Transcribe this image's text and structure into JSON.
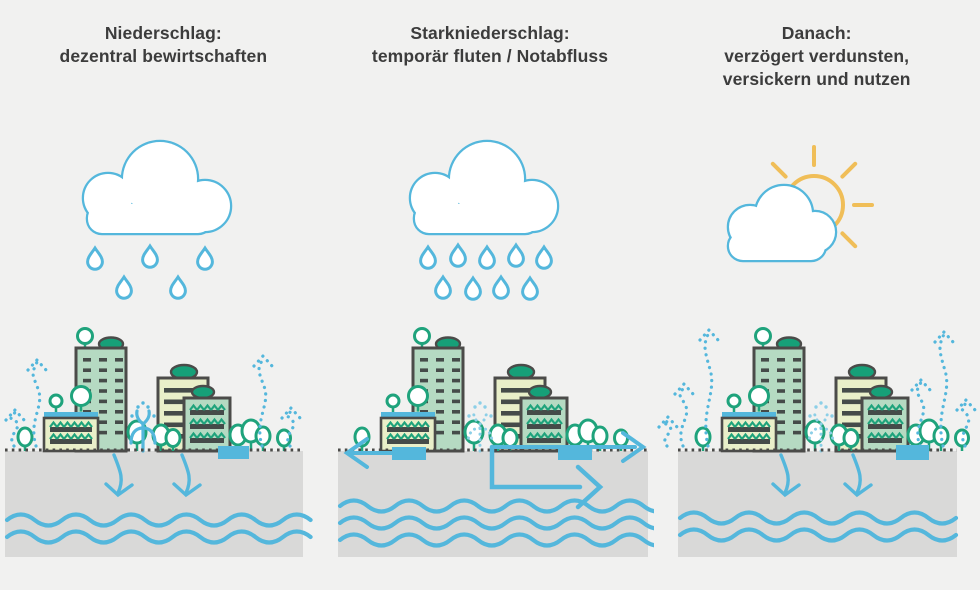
{
  "figure": {
    "type": "diagram",
    "topic": "Wassersensible Stadtentwicklung (Schwammstadt-Prinzip)",
    "language": "de"
  },
  "colors": {
    "background": "#F1F1F0",
    "ground_gray": "#D9D9D8",
    "water_blue": "#54B7DC",
    "spray_blue": "#8CCFE7",
    "tree_green": "#1FA37C",
    "bush_green": "#16A078",
    "building_green": "#B5DAC2",
    "building_cream": "#E9EFC9",
    "outline_dark": "#4B4B49",
    "window_dark": "#454B49",
    "sun_yellow": "#F0BE58",
    "heading_text": "#3C3C3C"
  },
  "panels": [
    {
      "id": "niederschlag",
      "title_line1": "Niederschlag:",
      "title_line2": "dezentral bewirtschaften",
      "title_line3": "",
      "weather": "rain-light",
      "raindrops": 5,
      "evaporation_arrows": 4,
      "fountain": "solid",
      "groundwater_waves": 2,
      "infiltration_arrows": 2,
      "surface_basins": 1,
      "overflow_arrows": 0
    },
    {
      "id": "starkniederschlag",
      "title_line1": "Starkniederschlag:",
      "title_line2": "temporär fluten / Notabfluss",
      "title_line3": "",
      "weather": "rain-heavy",
      "raindrops": 9,
      "evaporation_arrows": 0,
      "fountain": "dotted",
      "groundwater_waves": 3,
      "infiltration_arrows": 0,
      "surface_basins": 2,
      "overflow_arrows": 3
    },
    {
      "id": "danach",
      "title_line1": "Danach:",
      "title_line2": "verzögert verdunsten,",
      "title_line3": "versickern und nutzen",
      "weather": "sun-cloud",
      "raindrops": 0,
      "evaporation_arrows": 6,
      "fountain": "dotted",
      "groundwater_waves": 2,
      "infiltration_arrows": 2,
      "surface_basins": 1,
      "overflow_arrows": 0
    }
  ]
}
